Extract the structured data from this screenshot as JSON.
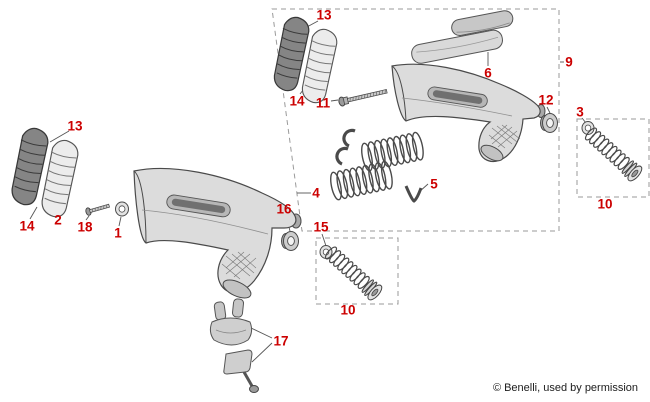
{
  "colors": {
    "label_red": "#cc0000",
    "line_gray": "#4a4a4a",
    "dash_gray": "#9a9a9a"
  },
  "copyright": "© Benelli, used by permission",
  "labels": {
    "l13_upper": "13",
    "l14_upper": "14",
    "l11": "11",
    "l6": "6",
    "l9": "9",
    "l12": "12",
    "l3": "3",
    "l5": "5",
    "l10_upper": "10",
    "l4": "4",
    "l13_lower": "13",
    "l14_lower": "14",
    "l2": "2",
    "l18": "18",
    "l1": "1",
    "l16": "16",
    "l15": "15",
    "l10_lower": "10",
    "l17": "17"
  }
}
